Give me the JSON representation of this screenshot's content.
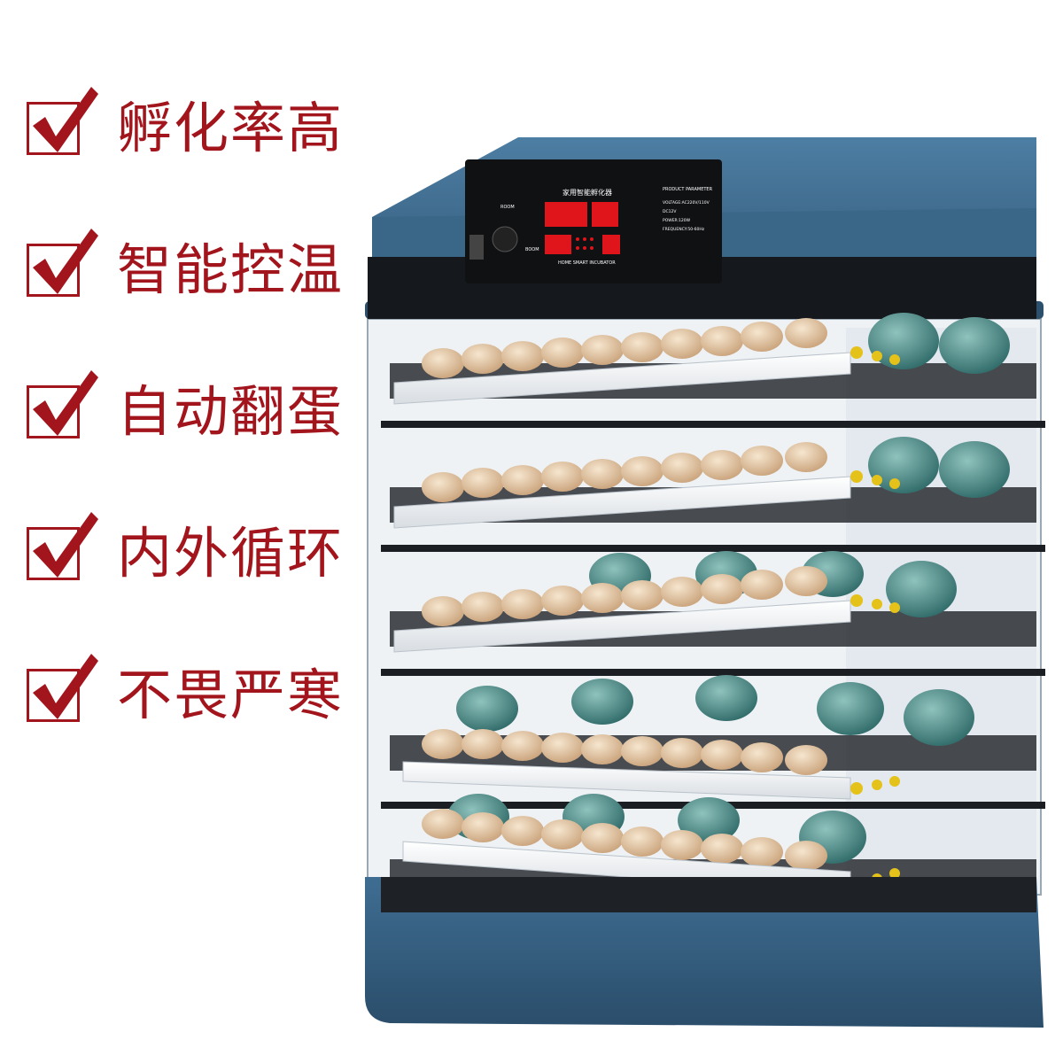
{
  "colors": {
    "accent": "#a3151c",
    "cabinet_blue": "#3d6a8c",
    "display_red": "#e0141b"
  },
  "features": [
    {
      "label": "孵化率高",
      "icon": "checkmark-icon"
    },
    {
      "label": "智能控温",
      "icon": "checkmark-icon"
    },
    {
      "label": "自动翻蛋",
      "icon": "checkmark-icon"
    },
    {
      "label": "内外循环",
      "icon": "checkmark-icon"
    },
    {
      "label": "不畏严寒",
      "icon": "checkmark-icon"
    }
  ],
  "control_panel": {
    "brand": "家用智能孵化器",
    "subtitle": "HOME SMART INCUBATOR",
    "parameters_title": "PRODUCT PARAMETER",
    "parameters": [
      "VOLTAGE:AC220V/110V",
      "DC12V",
      "POWER:120W",
      "FREQUENCY:50-60Hz"
    ],
    "button_label_top": "ROOM",
    "button_label_bottom": "BOOM"
  }
}
